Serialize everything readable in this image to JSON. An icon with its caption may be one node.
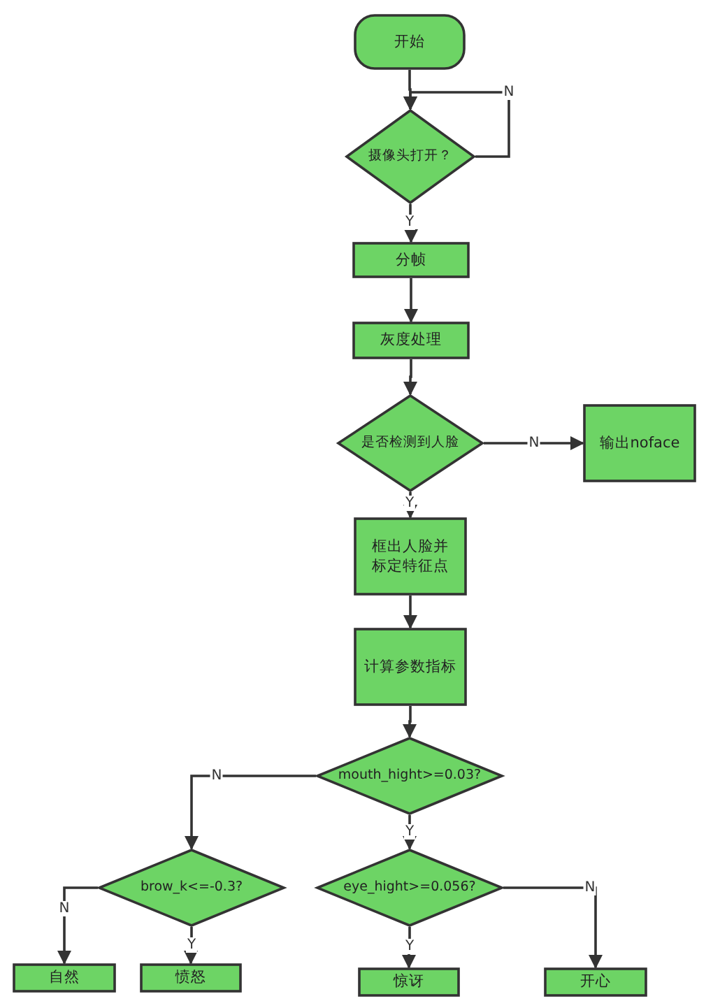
{
  "diagram": {
    "nodes": [
      {
        "text": [
          "开始"
        ]
      },
      {
        "text": [
          "摄像头打开？"
        ]
      },
      {
        "text": [
          "分帧"
        ]
      },
      {
        "text": [
          "灰度处理"
        ]
      },
      {
        "text": [
          "是否检测到人脸"
        ]
      },
      {
        "text": [
          "输出noface"
        ]
      },
      {
        "text": [
          "框出人脸并标定特征点"
        ]
      },
      {
        "text": [
          "计算参数指标"
        ]
      },
      {
        "text": [
          "mouth_hight>=0.03?"
        ]
      },
      {
        "text": [
          "brow_k<=-0.3?"
        ]
      },
      {
        "text": [
          "eye_hight>=0.056?"
        ]
      },
      {
        "text": [
          "自然"
        ]
      },
      {
        "text": [
          "愤怒"
        ]
      },
      {
        "text": [
          "惊讶"
        ]
      },
      {
        "text": [
          "开心"
        ]
      }
    ],
    "edges": [
      {
        "from": 0,
        "to": 1,
        "arrow": "to"
      },
      {
        "from": 1,
        "to": 1,
        "arrow": "to",
        "label": "N"
      },
      {
        "from": 1,
        "to": 2,
        "arrow": "to",
        "label": "Y"
      },
      {
        "from": 2,
        "to": 3,
        "arrow": "to"
      },
      {
        "from": 3,
        "to": 4,
        "arrow": "to"
      },
      {
        "from": 4,
        "to": 5,
        "arrow": "to",
        "label": "N"
      },
      {
        "from": 4,
        "to": 6,
        "arrow": "to",
        "label": "Y"
      },
      {
        "from": 6,
        "to": 7,
        "arrow": "to"
      },
      {
        "from": 7,
        "to": 8,
        "arrow": "to"
      },
      {
        "from": 8,
        "to": 9,
        "arrow": "to",
        "label": "N"
      },
      {
        "from": 8,
        "to": 10,
        "arrow": "to",
        "label": "Y"
      },
      {
        "from": 9,
        "to": 11,
        "arrow": "to",
        "label": "N"
      },
      {
        "from": 9,
        "to": 12,
        "arrow": "to",
        "label": "Y"
      },
      {
        "from": 10,
        "to": 13,
        "arrow": "to",
        "label": "Y"
      },
      {
        "from": 10,
        "to": 14,
        "arrow": "to",
        "label": "N"
      }
    ]
  }
}
